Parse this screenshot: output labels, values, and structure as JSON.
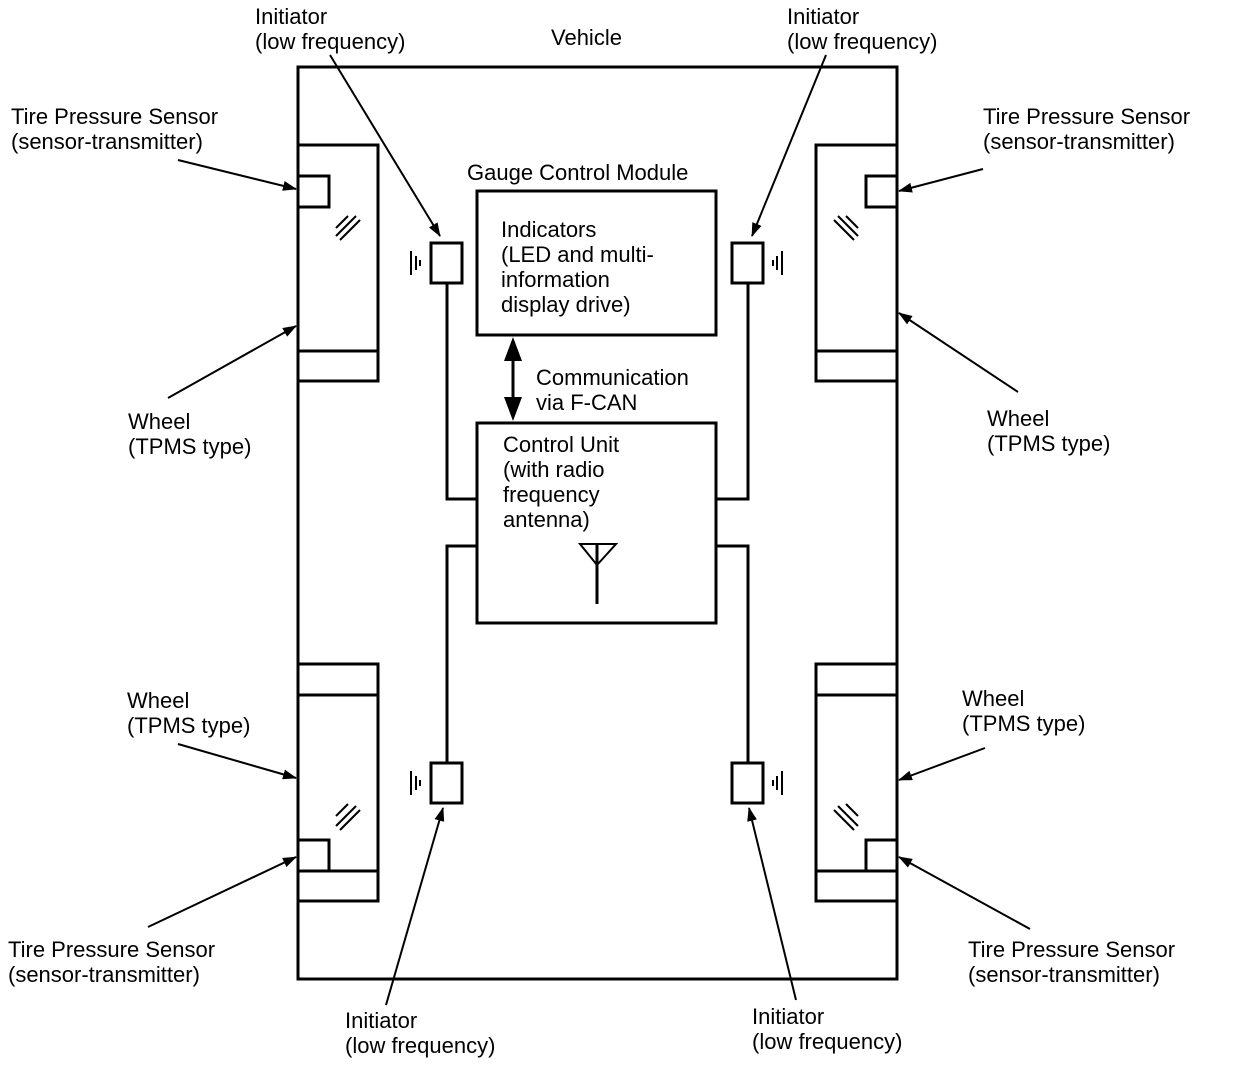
{
  "title": "Vehicle",
  "colors": {
    "line": "#000000",
    "background": "#ffffff"
  },
  "labels": {
    "initiator_tl": [
      "Initiator",
      "(low frequency)"
    ],
    "initiator_tr": [
      "Initiator",
      "(low frequency)"
    ],
    "initiator_bl": [
      "Initiator",
      "(low frequency)"
    ],
    "initiator_br": [
      "Initiator",
      "(low frequency)"
    ],
    "sensor_tl": [
      "Tire Pressure Sensor",
      "(sensor-transmitter)"
    ],
    "sensor_tr": [
      "Tire Pressure Sensor",
      "(sensor-transmitter)"
    ],
    "sensor_bl": [
      "Tire Pressure Sensor",
      "(sensor-transmitter)"
    ],
    "sensor_br": [
      "Tire Pressure Sensor",
      "(sensor-transmitter)"
    ],
    "wheel_tl": [
      "Wheel",
      "(TPMS type)"
    ],
    "wheel_tr": [
      "Wheel",
      "(TPMS type)"
    ],
    "wheel_bl": [
      "Wheel",
      "(TPMS type)"
    ],
    "wheel_br": [
      "Wheel",
      "(TPMS type)"
    ],
    "gauge_module": "Gauge Control Module",
    "indicators": [
      "Indicators",
      "(LED and multi-",
      "information",
      "display drive)"
    ],
    "communication": [
      "Communication",
      "via F-CAN"
    ],
    "control_unit": [
      "Control Unit",
      "(with radio",
      "frequency",
      "antenna)"
    ]
  },
  "icons": [
    "initiator-icon",
    "antenna-icon",
    "double-arrow-icon",
    "signal-mark-icon"
  ]
}
